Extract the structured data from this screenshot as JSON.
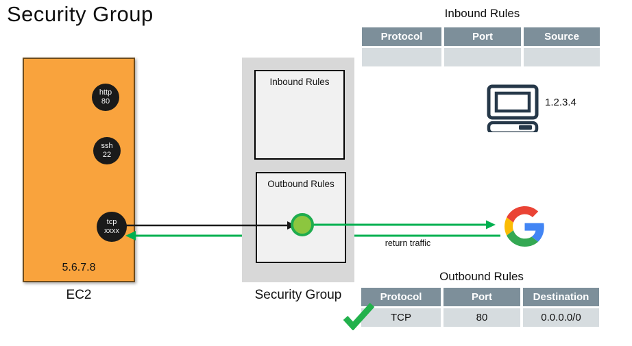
{
  "page_title": "Security Group",
  "ec2": {
    "label": "EC2",
    "ip": "5.6.7.8",
    "ports": [
      {
        "name": "http",
        "number": "80"
      },
      {
        "name": "ssh",
        "number": "22"
      },
      {
        "name": "tcp",
        "number": "xxxx"
      }
    ]
  },
  "security_group": {
    "label": "Security Group",
    "inbound_box": "Inbound Rules",
    "outbound_box": "Outbound Rules"
  },
  "inbound_table": {
    "title": "Inbound Rules",
    "headers": [
      "Protocol",
      "Port",
      "Source"
    ],
    "rows": [
      [
        "",
        "",
        ""
      ]
    ]
  },
  "outbound_table": {
    "title": "Outbound Rules",
    "headers": [
      "Protocol",
      "Port",
      "Destination"
    ],
    "rows": [
      [
        "TCP",
        "80",
        "0.0.0.0/0"
      ]
    ]
  },
  "client": {
    "ip": "1.2.3.4"
  },
  "labels": {
    "return_traffic": "return traffic"
  },
  "icons": {
    "computer": "computer-icon",
    "google": "google-logo",
    "checkmark": "green-checkmark-icon"
  },
  "colors": {
    "ec2_fill": "#F9A33D",
    "ec2_border": "#6E4B1B",
    "port_circle": "#1A1A1A",
    "sg_container": "#D8D8D8",
    "inner_box_fill": "#F1F1F1",
    "arrow_green": "#00B050",
    "arrow_black": "#1A1A1A",
    "node_green_fill": "#8CC63F",
    "node_green_ring": "#1FAC4E",
    "table_header_bg": "#7D8F9A",
    "table_row_bg": "#D6DCDF",
    "computer_icon": "#263849",
    "google_blue": "#4285F4",
    "google_red": "#EA4335",
    "google_yellow": "#FBBC05",
    "google_green": "#34A853",
    "checkmark_green": "#22B14C"
  }
}
